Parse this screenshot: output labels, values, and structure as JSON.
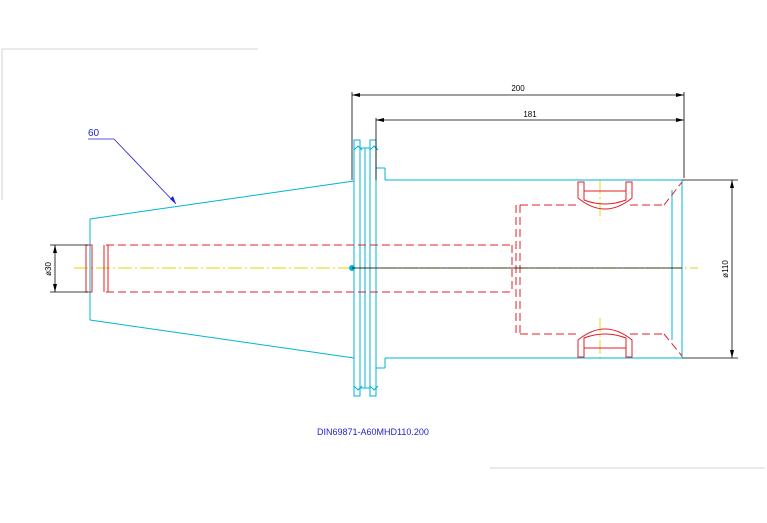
{
  "drawing": {
    "dimensions": {
      "overall_length": "200",
      "body_length": "181",
      "body_diameter": "ø110",
      "shank_diameter": "ø30"
    },
    "leader_label": "60",
    "part_number": "DIN69871-A60MHD110.200",
    "colors": {
      "outline": "#00b4d8",
      "hidden": "#e0202a",
      "centerline": "#e6d400",
      "dimension": "#000000",
      "annotation": "#1f1fd6",
      "frame": "#c8c8c8"
    }
  }
}
